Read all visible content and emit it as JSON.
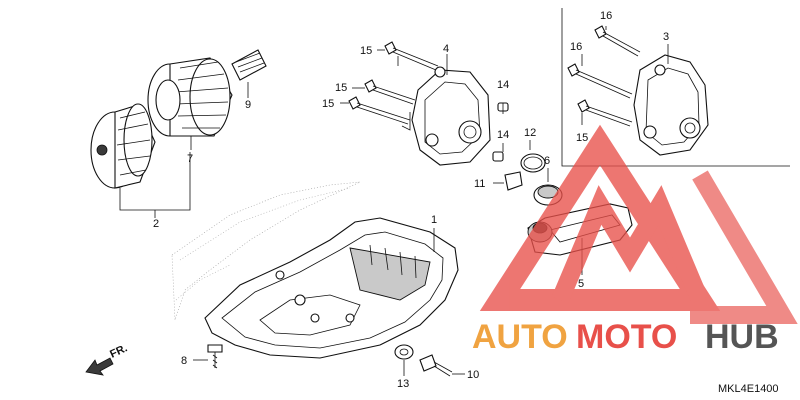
{
  "callouts": {
    "c1": "1",
    "c2": "2",
    "c3": "3",
    "c4": "4",
    "c5": "5",
    "c6": "6",
    "c7": "7",
    "c8": "8",
    "c9": "9",
    "c10": "10",
    "c11": "11",
    "c12": "12",
    "c13": "13",
    "c14a": "14",
    "c14b": "14",
    "c15a": "15",
    "c15b": "15",
    "c15c": "15",
    "c15d": "15",
    "c16a": "16",
    "c16b": "16"
  },
  "front_arrow": "FR.",
  "diagram_code": "MKL4E1400",
  "watermark": {
    "part1": "AUTO",
    "part2": "MOTO",
    "part3": "HUB",
    "color_orange": "#f0a341",
    "color_red": "#e8504a",
    "color_dark": "#555555"
  },
  "icons": {
    "watermark_logo": "triangle-m-logo"
  }
}
